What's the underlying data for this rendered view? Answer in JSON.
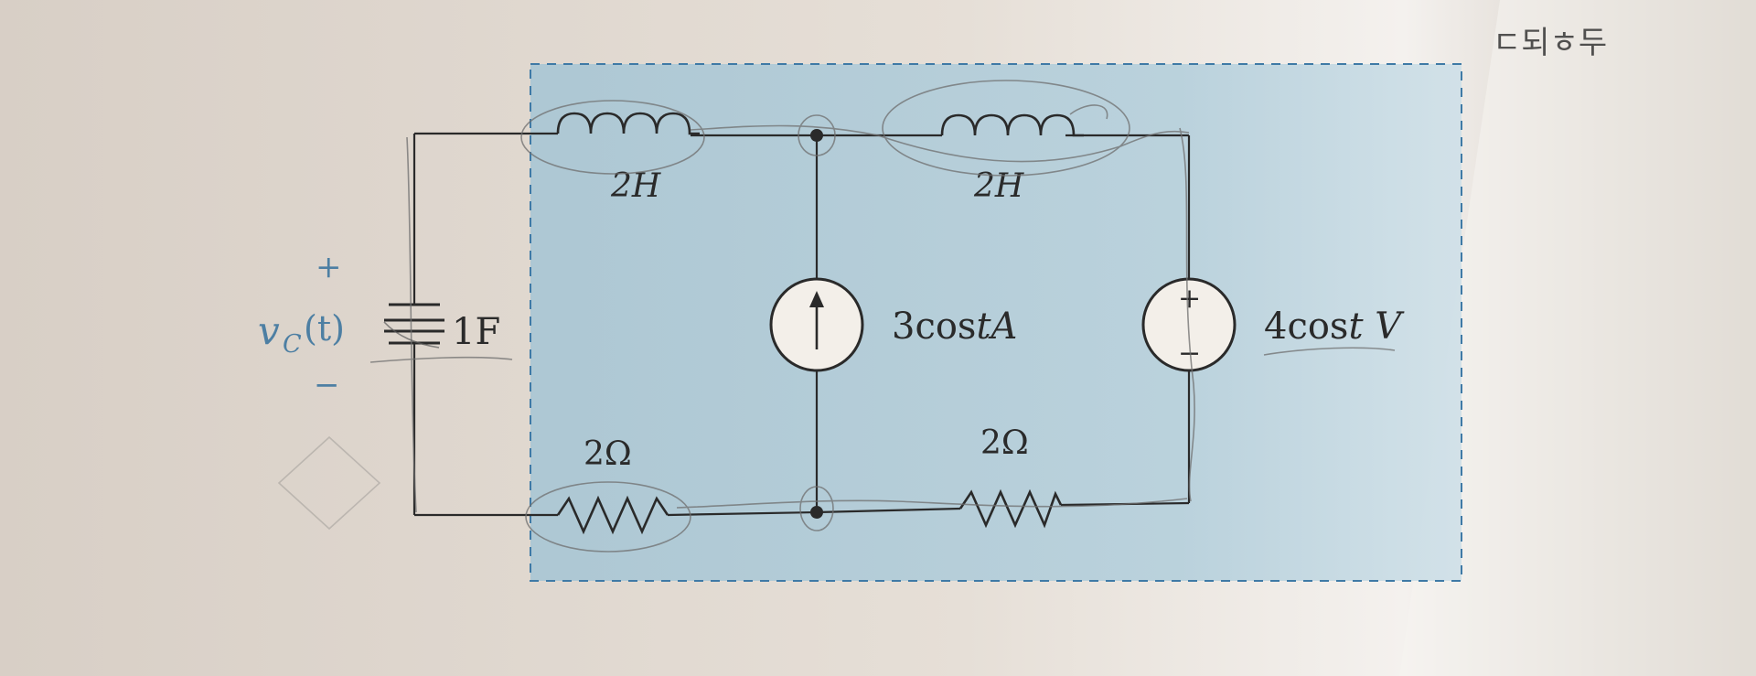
{
  "colors": {
    "paper": "#e3dbd2",
    "region_fill": "#a8c8d8",
    "region_border": "#3f7aa6",
    "wire": "#2a2a2a",
    "pencil": "#6f6f6f",
    "blue_label": "#4d7fa3"
  },
  "handwriting": "ㄷ되ㅎ두",
  "capacitor": {
    "plus": "+",
    "minus": "−",
    "voltage": "v",
    "voltage_sub": "C",
    "voltage_arg": "(t)",
    "value": "1F"
  },
  "inductors": [
    {
      "value": "2H"
    },
    {
      "value": "2H"
    }
  ],
  "resistors": [
    {
      "value": "2Ω"
    },
    {
      "value": "2Ω"
    }
  ],
  "current_source": {
    "label": "3cos",
    "label_var": "tA",
    "arrow": "↑"
  },
  "voltage_source": {
    "label": "4cos",
    "label_var": "t V",
    "plus": "+",
    "minus": "−"
  }
}
